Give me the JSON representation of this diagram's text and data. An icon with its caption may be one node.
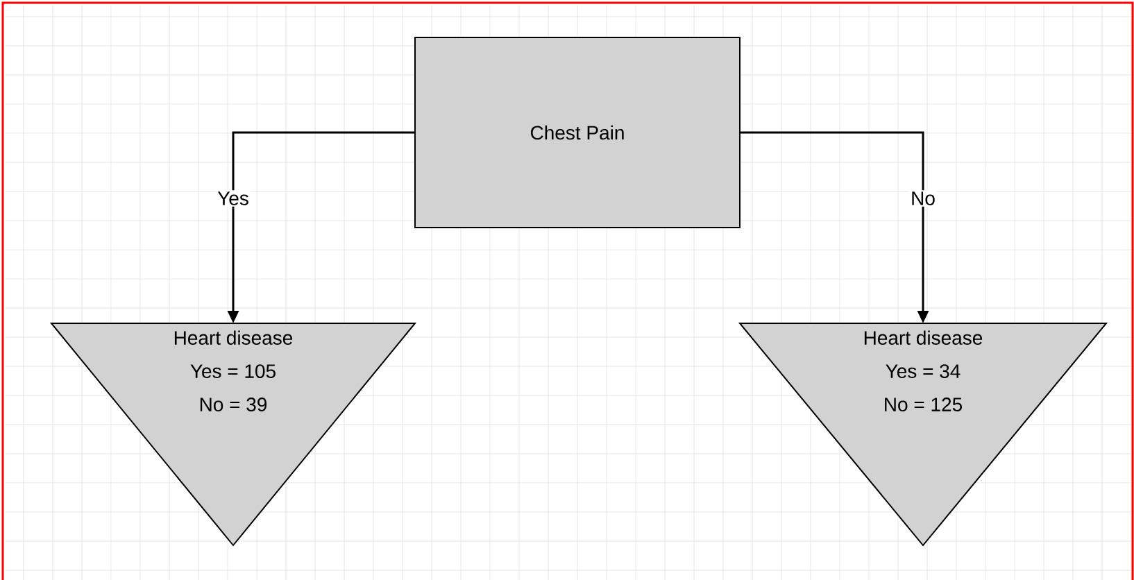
{
  "diagram": {
    "nodes": [
      {
        "text": [
          "Chest Pain"
        ]
      },
      {
        "text": [
          "Heart disease",
          "Yes = 105",
          "No = 39"
        ]
      },
      {
        "text": [
          "Heart disease",
          "Yes = 34",
          "No = 125"
        ]
      }
    ],
    "edges": [
      {
        "from": 0,
        "to": 1,
        "arrow": "to",
        "label": "Yes"
      },
      {
        "from": 0,
        "to": 2,
        "arrow": "to",
        "label": "No"
      }
    ]
  }
}
